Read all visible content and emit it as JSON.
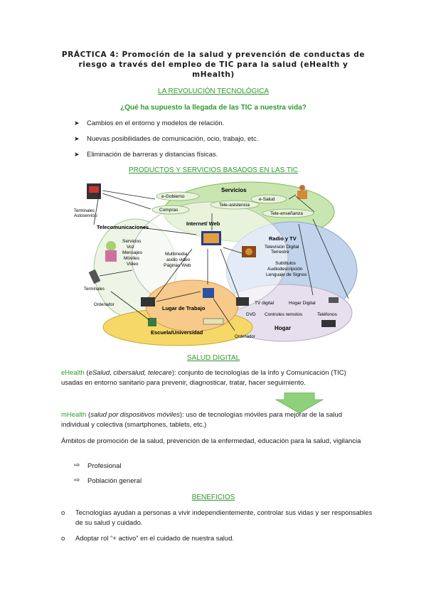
{
  "title": "PRÁCTICA 4: Promoción de la salud y prevención de conductas de riesgo a través del empleo de TIC para la salud (eHealth y mHealth)",
  "section1": {
    "heading": "LA REVOLUCIÓN TECNOLÓGICA",
    "question": "¿Qué ha supuesto la llegada de las TIC a nuestra vida?",
    "bullets": [
      "Cambios en el entorno y modelos de relación.",
      "Nuevas posibilidades de comunicación, ocio, trabajo, etc.",
      "Eliminación de barreras y distancias físicas."
    ]
  },
  "section2": {
    "heading": "PRODUCTOS Y SERVICIOS BASADOS EN LAS TIC"
  },
  "diagram": {
    "servicios": "Servicios",
    "egobierno": "e-Gobierno",
    "compras": "Compras",
    "teleasistencia": "Tele-asistencia",
    "esalud": "e-Salud",
    "teleensenanza": "Tele-enseñanza",
    "terminales_auto_1": "Terminales",
    "terminales_auto_2": "Autoservicio",
    "telecom": "Telecomunicaciones",
    "telecom_list": [
      "Servicios",
      "Voz",
      "Mensajes",
      "Móviles",
      "Video"
    ],
    "terminales": "Terminales",
    "ordenador_left": "Ordenador",
    "internet": "Internet/ Web",
    "multimedia": [
      "Multimedia:",
      "audio video",
      "Páginas Web"
    ],
    "radio": "Radio y TV",
    "radio_list": [
      "Televisión Digital",
      "Terrestre",
      "",
      "Subtítulos",
      "Audiodescripción",
      "Lenguaje de Signos"
    ],
    "lugar": "Lugar de Trabajo",
    "escuela": "Escuela/Universidad",
    "hogar": "Hogar",
    "tv_digital": "TV digital",
    "hogar_digital": "Hogar Digital",
    "dvd": "DVD",
    "controles": "Controles remotos",
    "telefonos": "Teléfonos",
    "ordenador_bottom": "Ordenador"
  },
  "section3": {
    "heading": "SALUD DIGITAL",
    "ehealth_term": "eHealth",
    "ehealth_alt": "eSalud, cibersalud, telecare",
    "ehealth_text": ": conjunto de tecnologías de la Info y Comunicación (TIC) usadas en entorno sanitario para prevenir, diagnosticar, tratar, hacer seguimiento.",
    "mhealth_term": "mHealth",
    "mhealth_alt": "salud por dispositivos móviles",
    "mhealth_text": ": uso de tecnologías móviles para mejorar de la salud individual y colectiva (smartphones, tablets, etc.)",
    "ambitos": "Ámbitos de promoción de la salud, prevención de la enfermedad, educación para la salud, vigilancia",
    "subs": [
      "Profesional",
      "Población general"
    ]
  },
  "section4": {
    "heading": "BENEFICIOS",
    "items": [
      "Tecnologías ayudan a personas a vivir independientemente, controlar sus vidas y ser responsables de su salud y cuidado.",
      "Adoptar rol “+ activo” en el cuidado de nuestra salud."
    ]
  },
  "colors": {
    "green": "#2f9a2f",
    "arrow": "#8fd07a"
  }
}
